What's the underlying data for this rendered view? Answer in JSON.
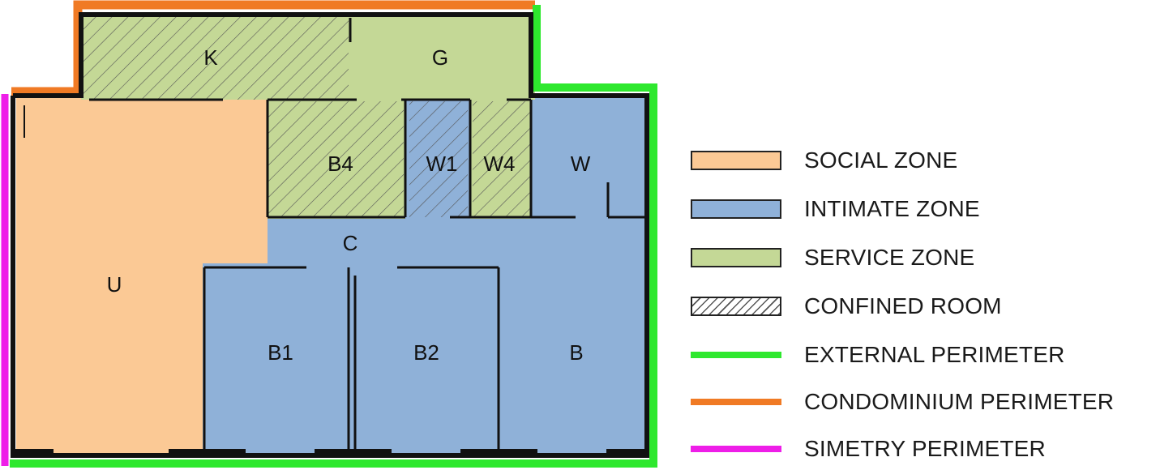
{
  "rooms": {
    "K": "K",
    "G": "G",
    "B4": "B4",
    "W1": "W1",
    "W4": "W4",
    "W": "W",
    "U": "U",
    "C": "C",
    "B1": "B1",
    "B2": "B2",
    "B": "B"
  },
  "colors": {
    "social": "#fbc995",
    "intimate": "#8fb1d8",
    "service": "#c4d896",
    "external": "#2ee82e",
    "condominium": "#f07a24",
    "simetry": "#ee1ee8",
    "wall": "#111111"
  },
  "legend": [
    {
      "label": "SOCIAL ZONE",
      "kind": "fill",
      "color": "#fbc995"
    },
    {
      "label": "INTIMATE ZONE",
      "kind": "fill",
      "color": "#8fb1d8"
    },
    {
      "label": "SERVICE ZONE",
      "kind": "fill",
      "color": "#c4d896"
    },
    {
      "label": "CONFINED ROOM",
      "kind": "hatch",
      "color": "#ffffff"
    },
    {
      "label": "EXTERNAL PERIMETER",
      "kind": "line",
      "color": "#2ee82e"
    },
    {
      "label": "CONDOMINIUM PERIMETER",
      "kind": "line",
      "color": "#f07a24"
    },
    {
      "label": "SIMETRY PERIMETER",
      "kind": "line",
      "color": "#ee1ee8"
    }
  ]
}
